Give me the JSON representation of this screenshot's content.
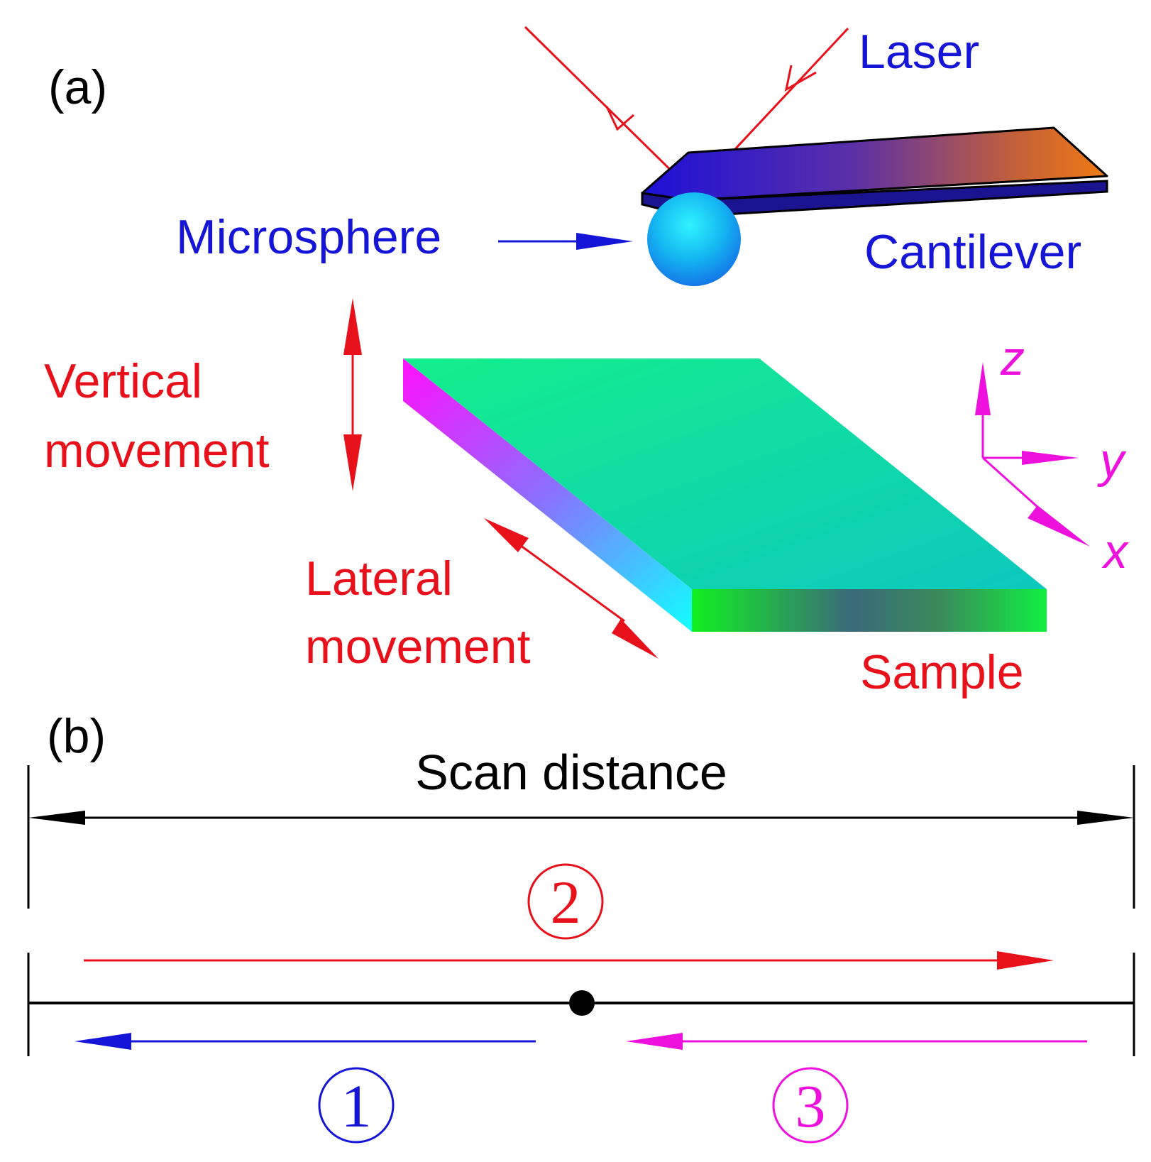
{
  "panel_a": {
    "label": "(a)",
    "laser_label": "Laser",
    "microsphere_label": "Microsphere",
    "cantilever_label": "Cantilever",
    "vertical_label_line1": "Vertical",
    "vertical_label_line2": "movement",
    "lateral_label_line1": "Lateral",
    "lateral_label_line2": "movement",
    "sample_label": "Sample",
    "axes": {
      "z": "z",
      "y": "y",
      "x": "x"
    }
  },
  "panel_b": {
    "label": "(b)",
    "scan_distance_label": "Scan distance",
    "steps": [
      {
        "number": "2",
        "color": "#e8101a"
      },
      {
        "number": "1",
        "color": "#1515d8"
      },
      {
        "number": "3",
        "color": "#ee10dd"
      }
    ]
  },
  "colors": {
    "red": "#e8101a",
    "blue": "#1515d8",
    "magenta": "#ee10dd",
    "black": "#000000"
  }
}
